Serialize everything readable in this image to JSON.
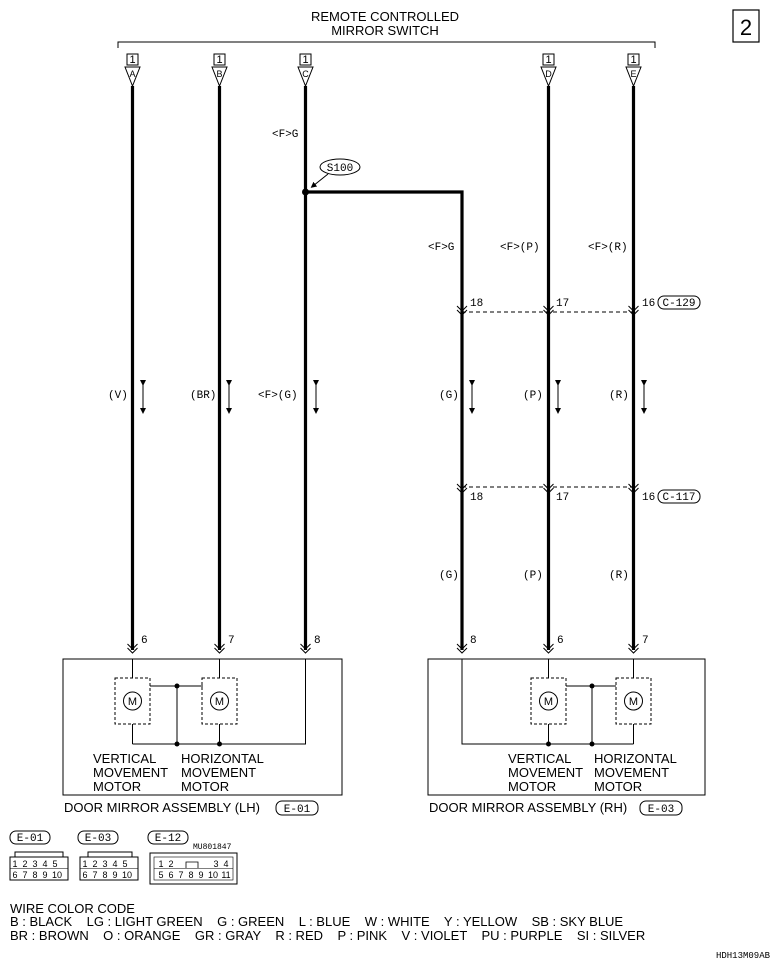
{
  "page_number": "2",
  "switch_title_line1": "REMOTE CONTROLLED",
  "switch_title_line2": "MIRROR SWITCH",
  "connector_box": "1",
  "switch_pins": [
    "A",
    "B",
    "C",
    "D",
    "E"
  ],
  "labels": {
    "fg_top_left": "<F>G",
    "splice": "S100",
    "fg_right": "<F>G",
    "fp": "<F>(P)",
    "fr": "<F>(R)",
    "pin_18a": "18",
    "pin_17a": "17",
    "pin_16a": "16",
    "conn_c129": "C-129",
    "pin_18b": "18",
    "pin_17b": "17",
    "pin_16b": "16",
    "conn_c117": "C-117",
    "v": "(V)",
    "br": "(BR)",
    "fg_mid": "<F>(G)",
    "g_mid": "(G)",
    "p_mid": "(P)",
    "r_mid": "(R)",
    "g_low": "(G)",
    "p_low": "(P)",
    "r_low": "(R)",
    "lh_pin6": "6",
    "lh_pin7": "7",
    "lh_pin8": "8",
    "rh_pin8": "8",
    "rh_pin6": "6",
    "rh_pin7": "7",
    "motor_m": "M"
  },
  "lh": {
    "motor1_line1": "VERTICAL",
    "motor1_line2": "MOVEMENT",
    "motor1_line3": "MOTOR",
    "motor2_line1": "HORIZONTAL",
    "motor2_line2": "MOVEMENT",
    "motor2_line3": "MOTOR",
    "assembly": "DOOR MIRROR ASSEMBLY (LH)",
    "connector": "E-01"
  },
  "rh": {
    "motor1_line1": "VERTICAL",
    "motor1_line2": "MOVEMENT",
    "motor1_line3": "MOTOR",
    "motor2_line1": "HORIZONTAL",
    "motor2_line2": "MOVEMENT",
    "motor2_line3": "MOTOR",
    "assembly": "DOOR MIRROR ASSEMBLY (RH)",
    "connector": "E-03"
  },
  "connectors": [
    {
      "id": "E-01",
      "top_row": [
        "1",
        "2",
        "3",
        "4",
        "5"
      ],
      "bottom_row": [
        "6",
        "7",
        "8",
        "9",
        "10"
      ]
    },
    {
      "id": "E-03",
      "top_row": [
        "1",
        "2",
        "3",
        "4",
        "5"
      ],
      "bottom_row": [
        "6",
        "7",
        "8",
        "9",
        "10"
      ]
    },
    {
      "id": "E-12",
      "part_number": "MU801847",
      "top_row": [
        "1",
        "2",
        "3",
        "4"
      ],
      "bottom_row": [
        "5",
        "6",
        "7",
        "8",
        "9",
        "10",
        "11"
      ]
    }
  ],
  "wire_color": {
    "title": "WIRE COLOR CODE",
    "line1": "B : BLACK    LG : LIGHT GREEN    G : GREEN    L : BLUE    W : WHITE    Y : YELLOW    SB : SKY BLUE",
    "line2": "BR : BROWN    O : ORANGE    GR : GRAY    R : RED    P : PINK    V : VIOLET    PU : PURPLE    SI : SILVER"
  },
  "doc_code": "HDH13M09AB"
}
